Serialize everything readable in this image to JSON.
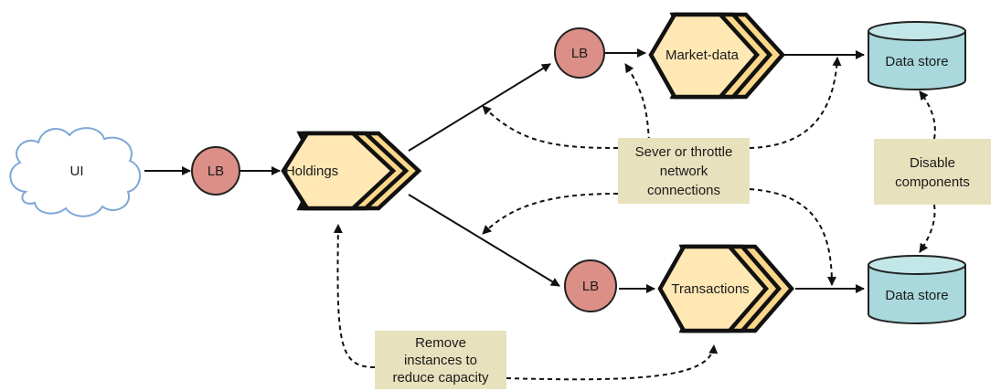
{
  "nodes": {
    "ui": "UI",
    "lb_holdings": "LB",
    "holdings": "Holdings",
    "lb_market": "LB",
    "market_data": "Market-data",
    "lb_transactions": "LB",
    "transactions": "Transactions",
    "store_top": "Data store",
    "store_bottom": "Data store"
  },
  "notes": {
    "sever": [
      "Sever or throttle",
      "network",
      "connections"
    ],
    "disable": [
      "Disable",
      "components"
    ],
    "remove": [
      "Remove",
      "instances to",
      "reduce capacity"
    ]
  },
  "colors": {
    "lb_fill": "#dc8f86",
    "service_fill": "#ffe8b4",
    "service_layer_fill": "#fbd78a",
    "store_fill": "#a9d9dc",
    "note_fill": "#e8e1bd",
    "cloud_stroke": "#7fa7d6"
  }
}
